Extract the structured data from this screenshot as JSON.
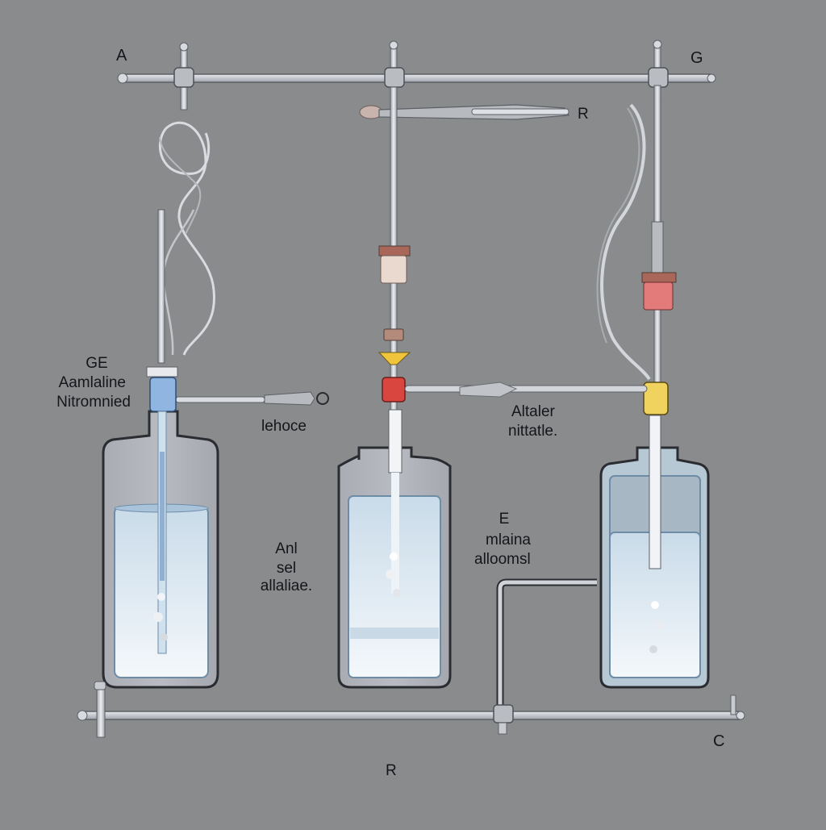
{
  "labels": {
    "corner_top_left": "A",
    "corner_top_right": "G",
    "arm_label": "R",
    "left_header": "GE",
    "left_name_1": "Aamlaline",
    "left_name_2": "Nitromnied",
    "left_tube": "lehoce",
    "middle_1": "Anl",
    "middle_2": "sel",
    "middle_3": "allaliae.",
    "right_1": "Altaler",
    "right_2": "nittatle.",
    "center_header": "E",
    "center_1": "mlaina",
    "center_2": "alloomsl",
    "bottom_right": "C",
    "bottom_center": "R"
  },
  "colors": {
    "background": "#8a8b8d",
    "metal": "#c9ccd1",
    "liquid": "#dbe8f2",
    "blue_stopper": "#8fb5e0",
    "red_valve": "#d9453f",
    "pink_valve": "#e37b7b",
    "yellow_valve": "#f0d25e",
    "beige_stopper": "#e9d9cf",
    "funnel": "#f0c53c"
  }
}
